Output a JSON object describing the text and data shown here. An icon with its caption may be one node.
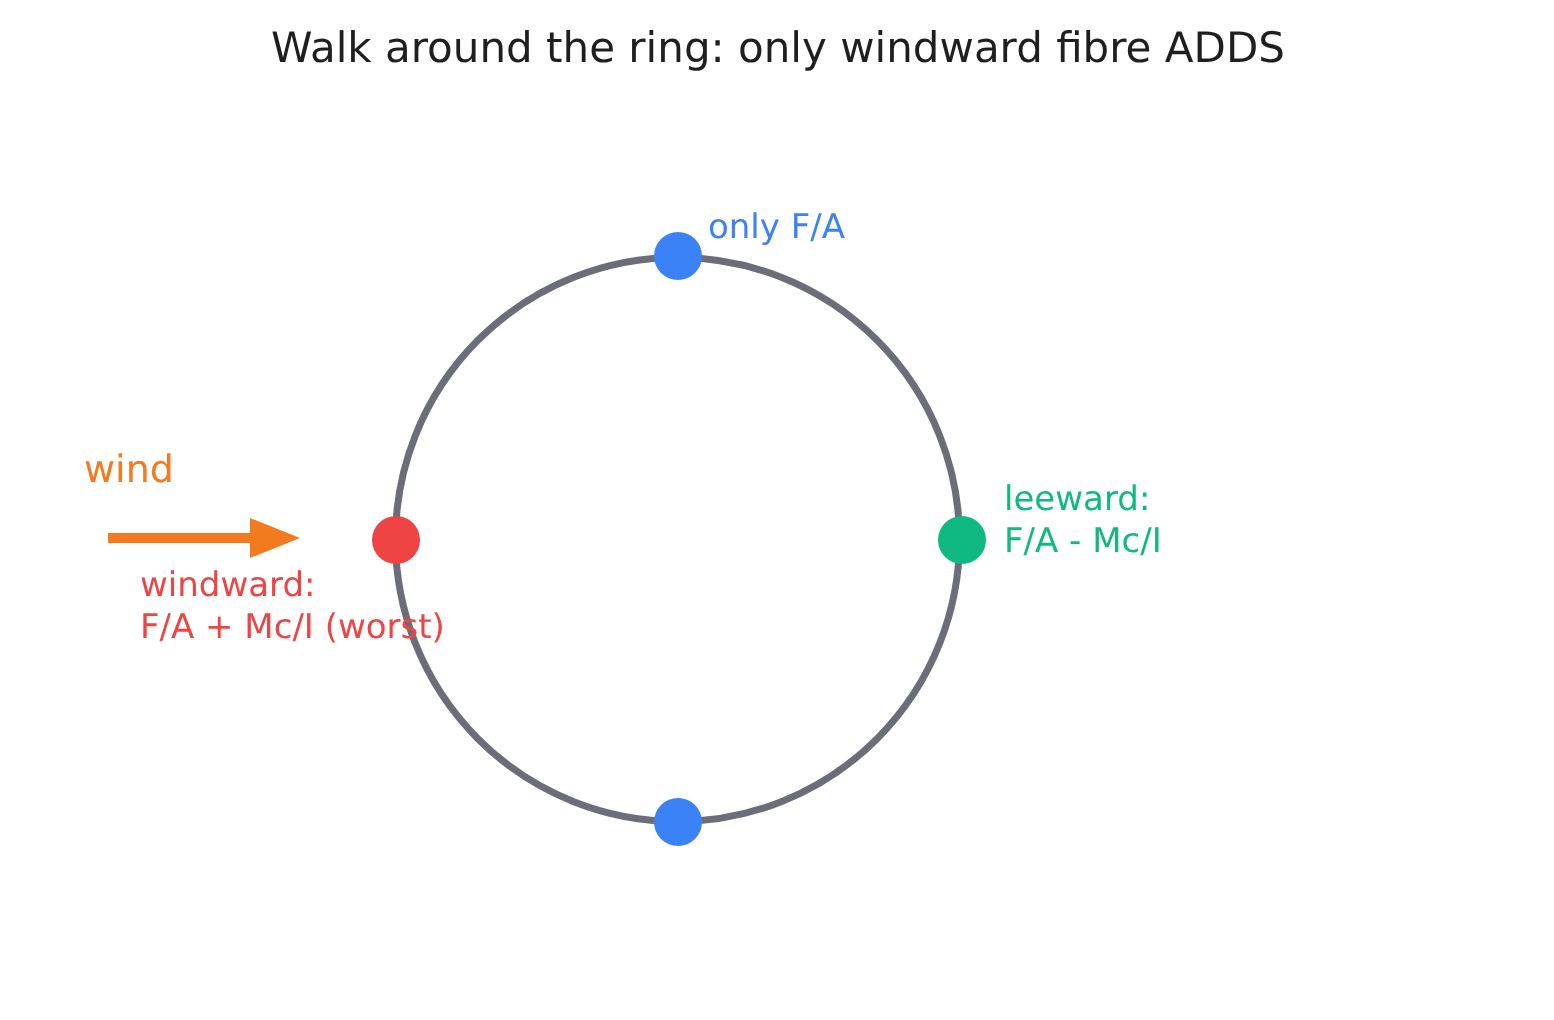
{
  "diagram": {
    "title": "Walk around the ring: only windward fibre ADDS",
    "nodes": [
      {
        "text": [],
        "shape": "circle"
      },
      {
        "text": [],
        "shape": "circle",
        "beside": [
          "only F/A"
        ]
      },
      {
        "text": [],
        "shape": "circle",
        "beside": [
          "windward: F/A + Mc/I (worst)"
        ]
      },
      {
        "text": [],
        "shape": "circle",
        "beside": [
          "leeward: F/A - Mc/I"
        ]
      },
      {
        "text": [],
        "shape": "circle"
      }
    ],
    "labels": [
      "wind"
    ]
  }
}
